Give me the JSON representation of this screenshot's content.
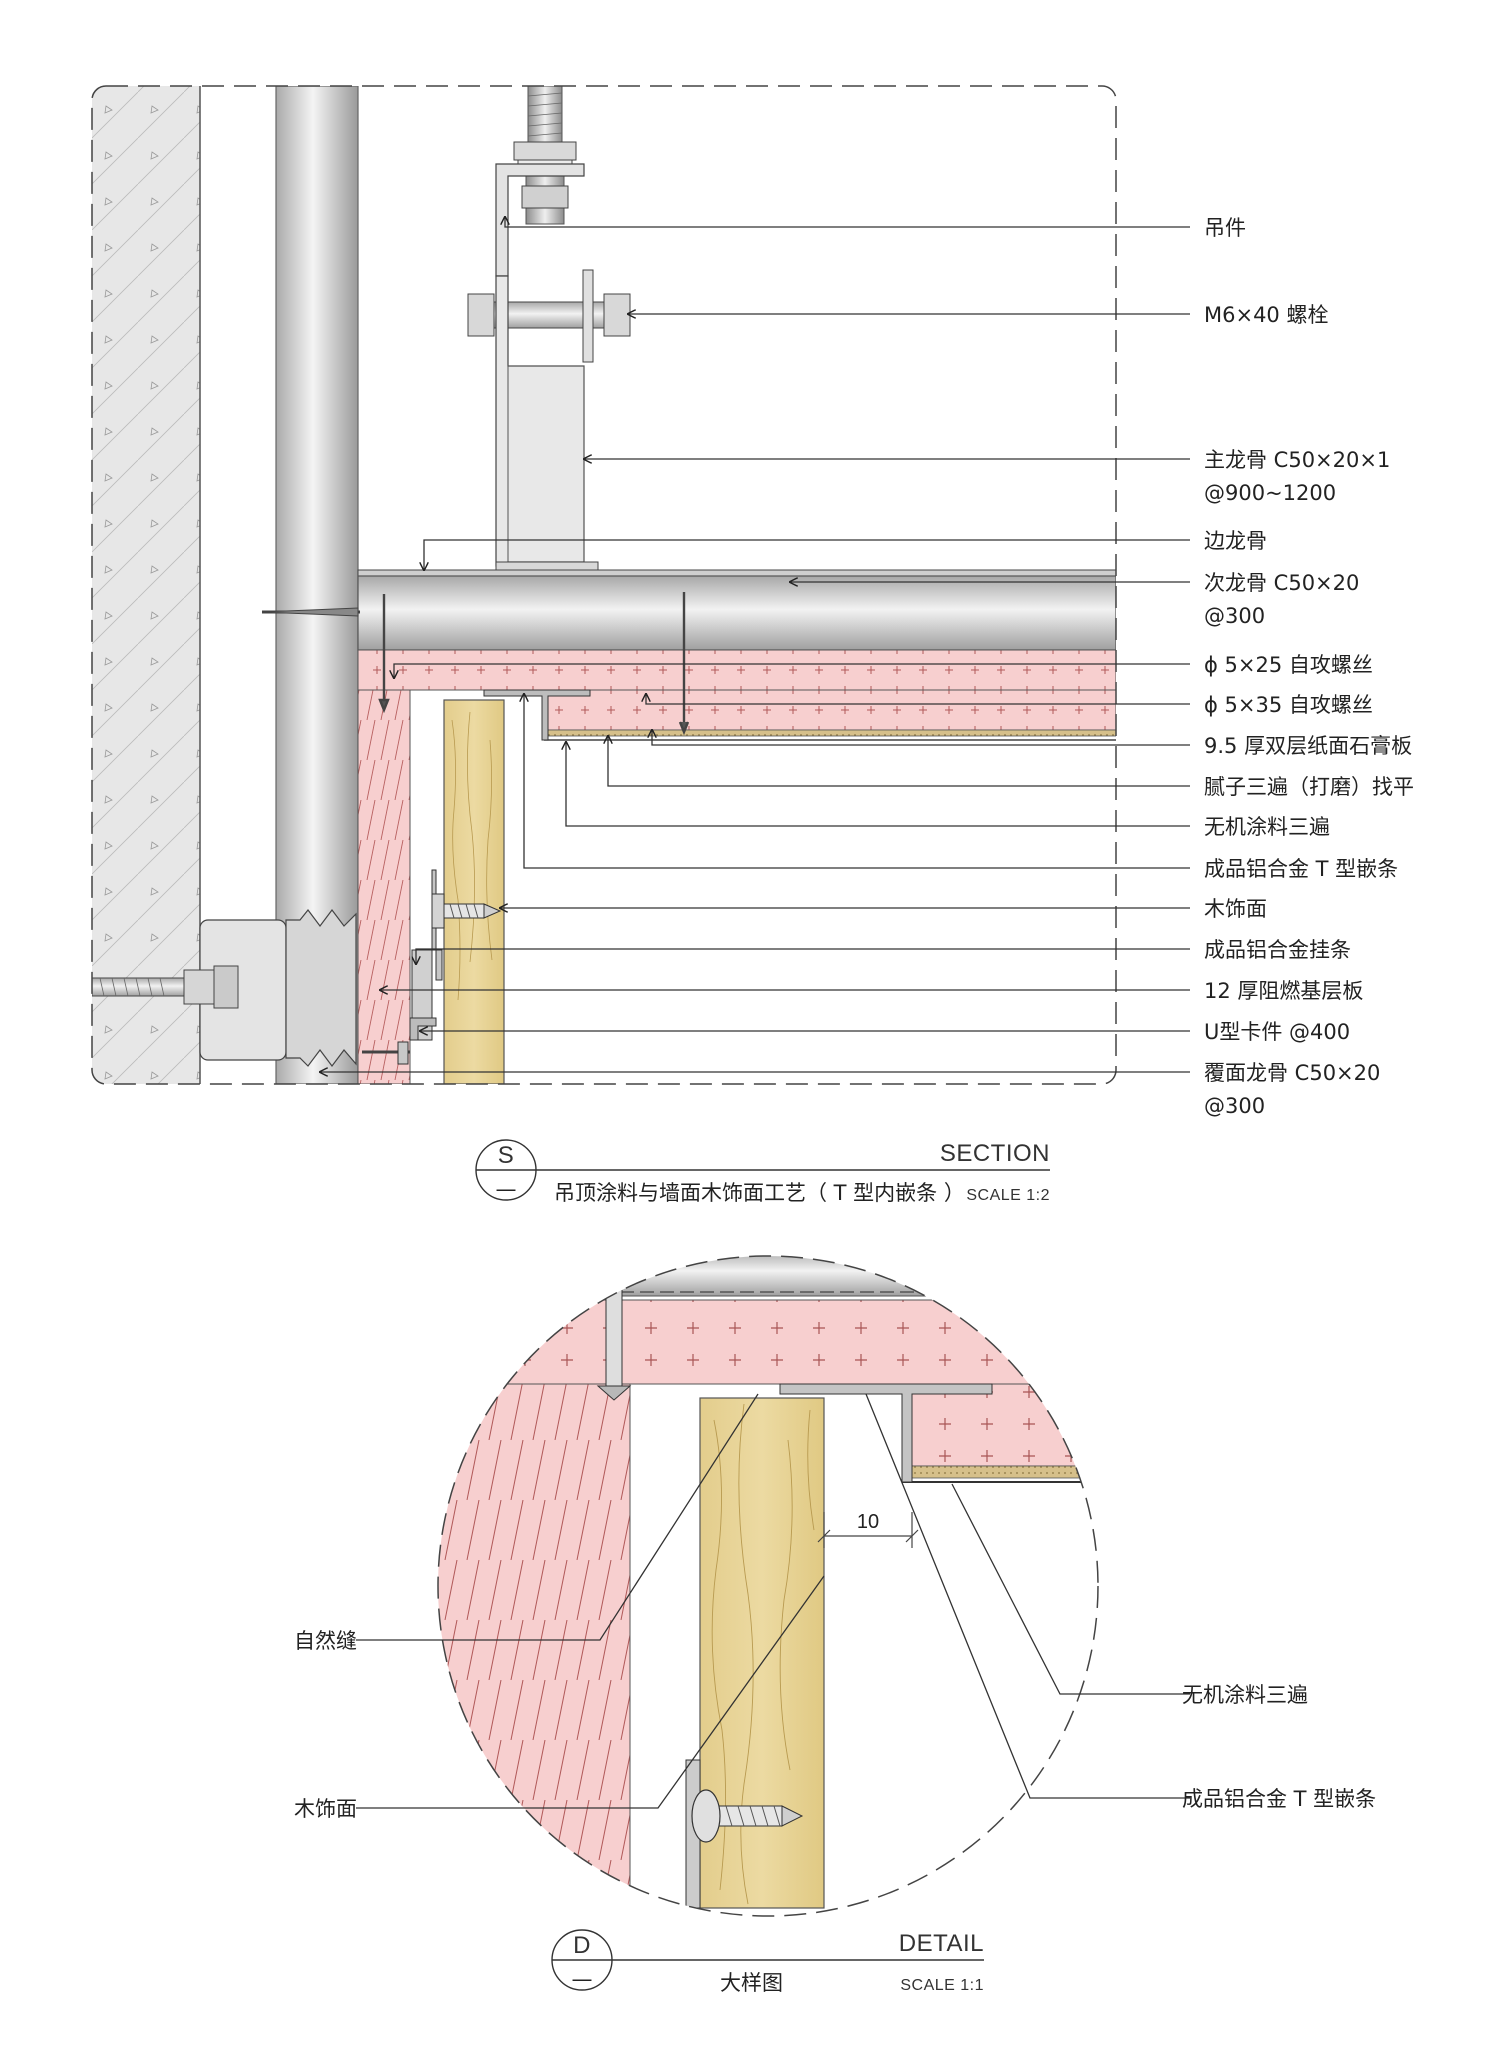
{
  "colors": {
    "board_pink": "#f7cfcf",
    "wood": "#e7d396",
    "concrete": "#e6e6e6",
    "steel": "#dcdcdc",
    "putty": "#d9c38c"
  },
  "section": {
    "labels": [
      {
        "text": "吊件"
      },
      {
        "text": "M6×40 螺栓"
      },
      {
        "text": "主龙骨 C50×20×1",
        "text2": "@900~1200"
      },
      {
        "text": "边龙骨"
      },
      {
        "text": "次龙骨 C50×20",
        "text2": "@300"
      },
      {
        "text": "ϕ 5×25 自攻螺丝"
      },
      {
        "text": "ϕ 5×35 自攻螺丝"
      },
      {
        "text": "9.5 厚双层纸面石膏板"
      },
      {
        "text": "腻子三遍（打磨）找平"
      },
      {
        "text": "无机涂料三遍"
      },
      {
        "text": "成品铝合金 T 型嵌条"
      },
      {
        "text": "木饰面"
      },
      {
        "text": "成品铝合金挂条"
      },
      {
        "text": "12 厚阻燃基层板"
      },
      {
        "text": "U型卡件 @400"
      },
      {
        "text": "覆面龙骨 C50×20",
        "text2": "@300"
      }
    ],
    "title_block": {
      "symbol_top": "S",
      "symbol_bottom": "—",
      "heading": "SECTION",
      "title": "吊顶涂料与墙面木饰面工艺（ T 型内嵌条 ）",
      "scale": "SCALE 1:2"
    }
  },
  "detail": {
    "labels": [
      {
        "text": "自然缝"
      },
      {
        "text": "木饰面"
      },
      {
        "text": "无机涂料三遍"
      },
      {
        "text": "成品铝合金 T 型嵌条"
      }
    ],
    "dimension": "10",
    "title_block": {
      "symbol_top": "D",
      "symbol_bottom": "—",
      "heading": "DETAIL",
      "title": "大样图",
      "scale": "SCALE 1:1"
    }
  }
}
